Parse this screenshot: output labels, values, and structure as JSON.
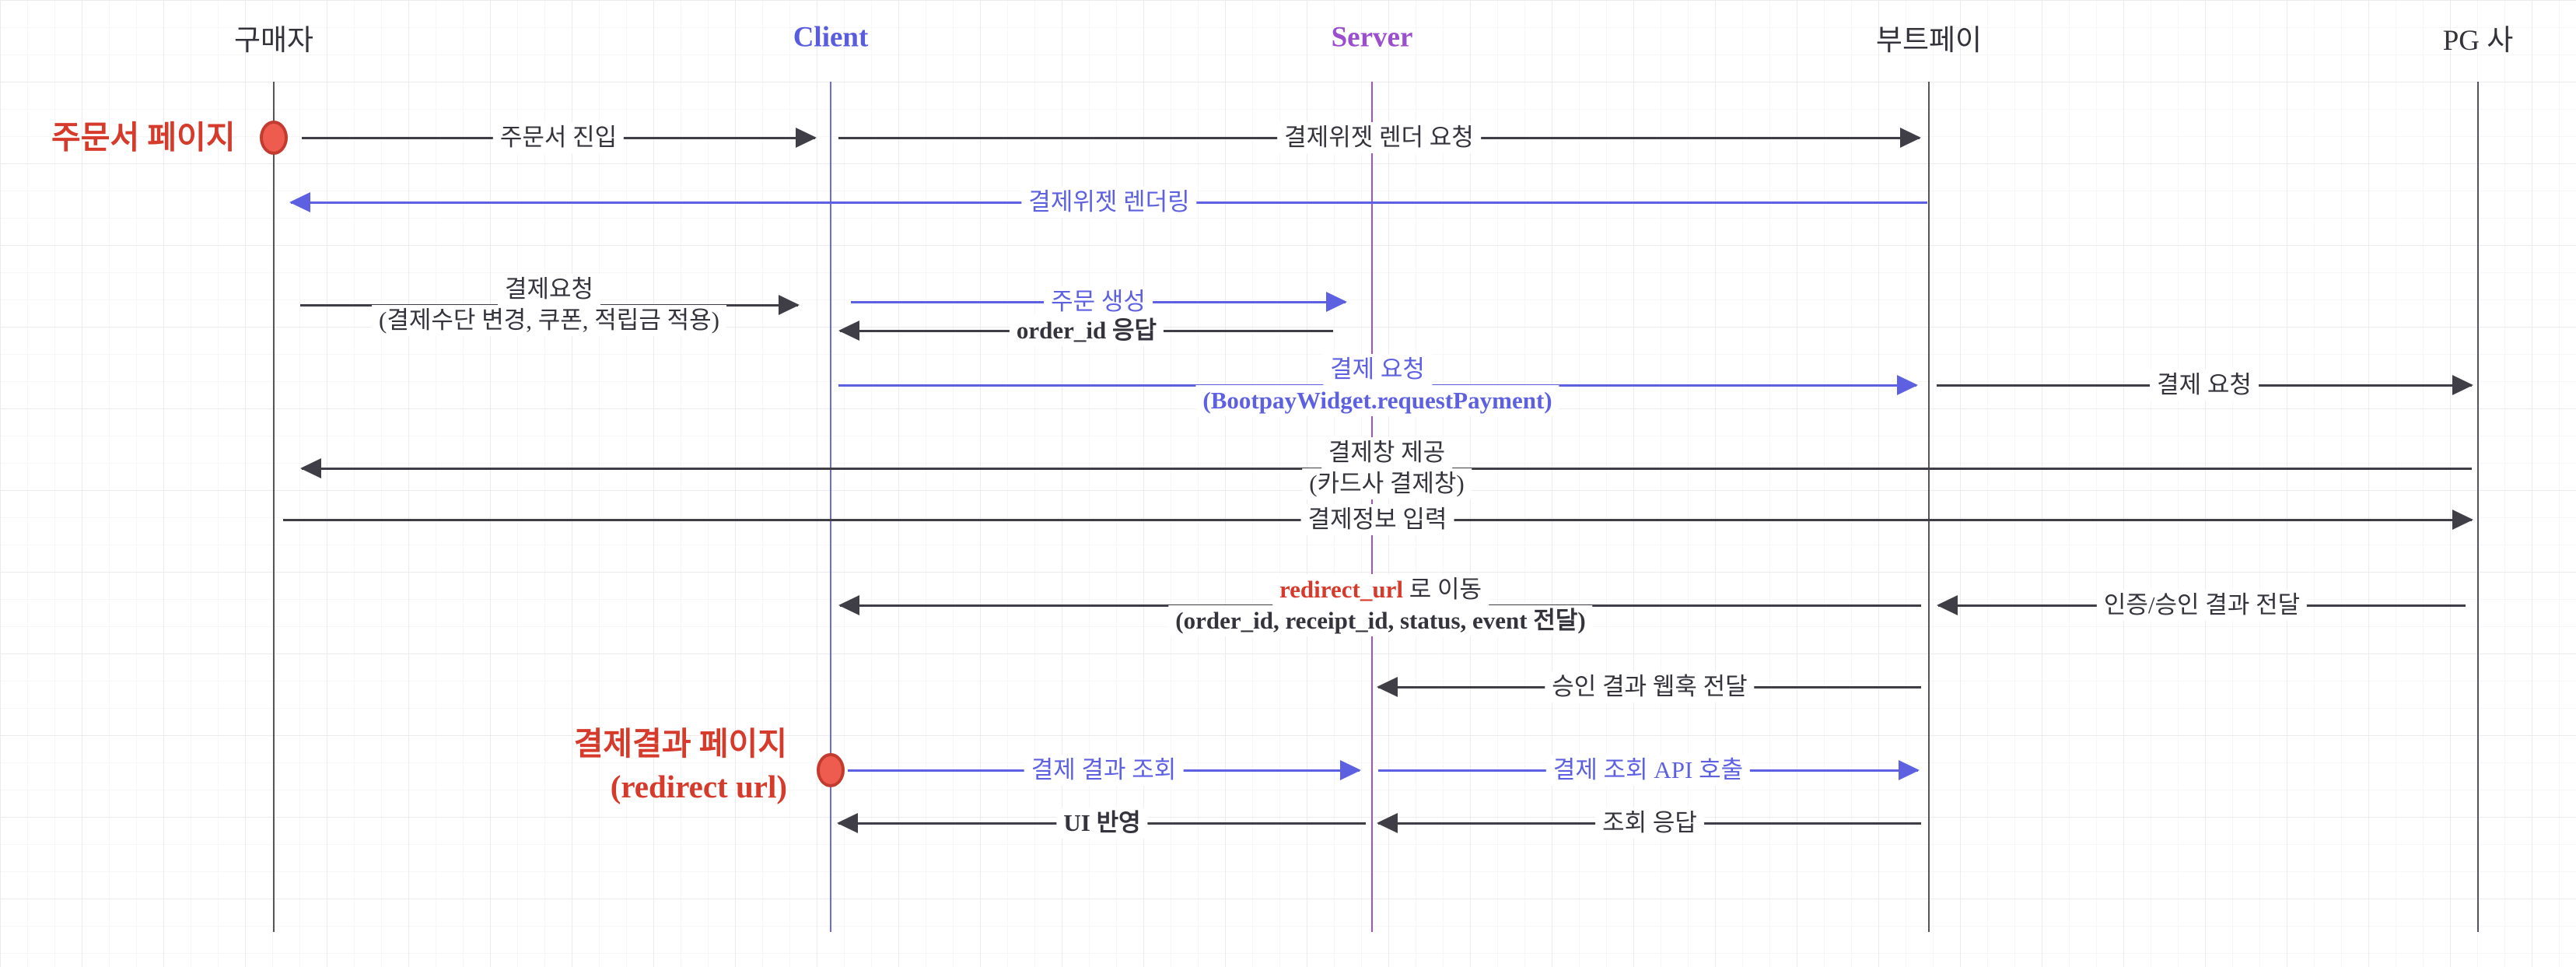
{
  "diagram_title": "Bootpay payment widget sequence flow",
  "colors": {
    "ink": "#3f3e46",
    "blue_accent": "#5d61e1",
    "purple_accent": "#9b4fd0",
    "red_accent": "#d63a2b",
    "marker_fill": "#ee5b4f",
    "marker_stroke": "#c23b2e"
  },
  "actors": [
    {
      "id": "buyer",
      "label": "구매자"
    },
    {
      "id": "client",
      "label": "Client"
    },
    {
      "id": "server",
      "label": "Server"
    },
    {
      "id": "bootpay",
      "label": "부트페이"
    },
    {
      "id": "pg",
      "label": "PG 사"
    }
  ],
  "side_labels": {
    "order_page": "주문서 페이지",
    "result_page_line1": "결제결과 페이지",
    "result_page_line2": "(redirect url)"
  },
  "messages": [
    {
      "from": "buyer",
      "to": "client",
      "label": "주문서 진입"
    },
    {
      "from": "client",
      "to": "bootpay",
      "label": "결제위젯 렌더 요청"
    },
    {
      "from": "bootpay",
      "to": "buyer",
      "label": "결제위젯 렌더링"
    },
    {
      "from": "buyer",
      "to": "client",
      "label": "결제요청",
      "label2": "(결제수단 변경, 쿠폰, 적립금 적용)"
    },
    {
      "from": "client",
      "to": "server",
      "label": "주문 생성"
    },
    {
      "from": "server",
      "to": "client",
      "label": "order_id 응답"
    },
    {
      "from": "client",
      "to": "bootpay",
      "label": "결제 요청",
      "label2": "(BootpayWidget.requestPayment)"
    },
    {
      "from": "bootpay",
      "to": "pg",
      "label": "결제 요청"
    },
    {
      "from": "pg",
      "to": "buyer",
      "label": "결제창 제공",
      "label2": "(카드사 결제창)"
    },
    {
      "from": "buyer",
      "to": "pg",
      "label": "결제정보 입력"
    },
    {
      "from": "bootpay",
      "to": "client",
      "label_red": "redirect_url",
      "label": " 로 이동",
      "label2": "(order_id, receipt_id, status, event 전달)"
    },
    {
      "from": "pg",
      "to": "bootpay",
      "label": "인증/승인 결과 전달"
    },
    {
      "from": "bootpay",
      "to": "server",
      "label": "승인 결과 웹훅 전달"
    },
    {
      "from": "client",
      "to": "server",
      "label": "결제 결과 조회"
    },
    {
      "from": "server",
      "to": "bootpay",
      "label": "결제 조회 API 호출"
    },
    {
      "from": "server",
      "to": "client",
      "label": "UI 반영"
    },
    {
      "from": "bootpay",
      "to": "server",
      "label": "조회 응답"
    }
  ]
}
